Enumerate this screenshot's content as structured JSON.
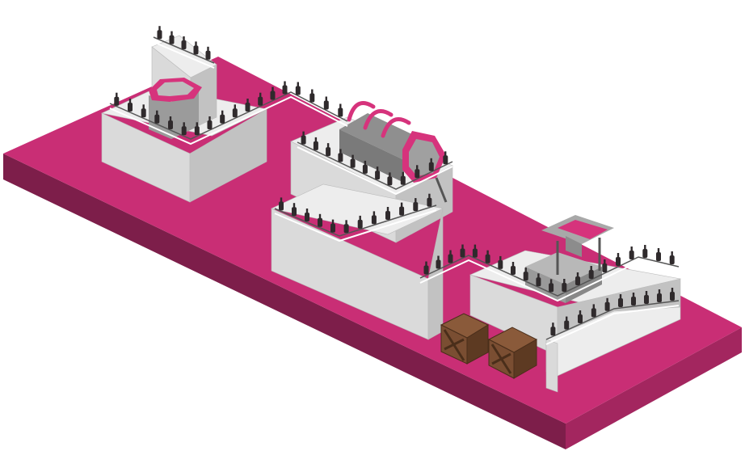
{
  "scene": {
    "kind": "isometric-factory-diorama",
    "colors": {
      "platform_top": "#c92e75",
      "platform_left": "#7d1e4a",
      "platform_front": "#a3265f",
      "wall_top": "#ededed",
      "wall_front": "#dadada",
      "wall_side": "#c2c2c2",
      "bottle": "#2f2a2c",
      "accent": "#d6337c",
      "machine": "#9b9b9b",
      "crate": "#8a5a3a",
      "crate_dark": "#5d3a22",
      "rail": "#555555"
    },
    "objects": [
      {
        "name": "wall-block-left",
        "icon": "wall-icon"
      },
      {
        "name": "wall-block-center",
        "icon": "wall-icon"
      },
      {
        "name": "wall-block-right",
        "icon": "wall-icon"
      },
      {
        "name": "octagon-tank",
        "icon": "tank-icon"
      },
      {
        "name": "filler-drum",
        "icon": "drum-icon"
      },
      {
        "name": "labeling-machine",
        "icon": "machine-icon"
      },
      {
        "name": "crate-left",
        "icon": "crate-icon"
      },
      {
        "name": "crate-right",
        "icon": "crate-icon"
      },
      {
        "name": "bottle-conveyor",
        "icon": "bottle-icon"
      }
    ]
  }
}
